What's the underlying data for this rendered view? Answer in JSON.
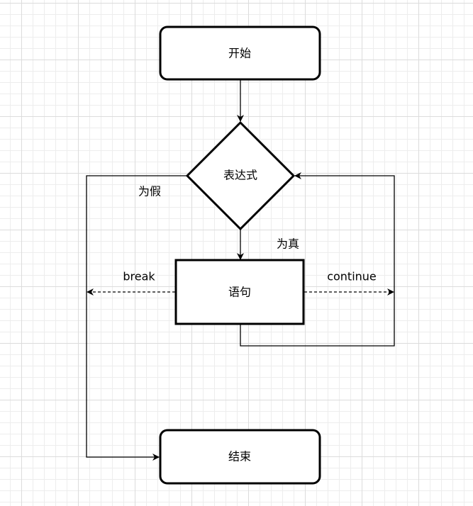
{
  "nodes": {
    "start": "开始",
    "condition": "表达式",
    "statement": "语句",
    "end": "结束"
  },
  "edges": {
    "false_label": "为假",
    "true_label": "为真",
    "break_label": "break",
    "continue_label": "continue"
  }
}
